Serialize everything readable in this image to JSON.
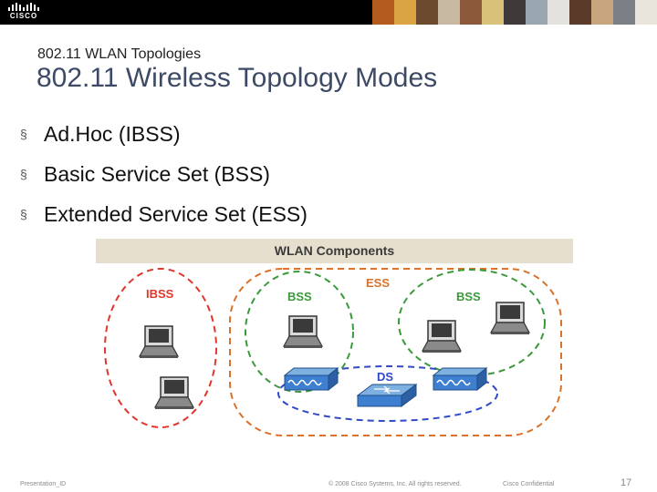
{
  "brand": {
    "logo_text": "CISCO"
  },
  "slide": {
    "subtitle": "802.11 WLAN Topologies",
    "title": "802.11 Wireless Topology Modes",
    "bullet_marker": "§",
    "bullets": [
      "Ad.Hoc (IBSS)",
      "Basic Service Set (BSS)",
      "Extended Service Set (ESS)"
    ]
  },
  "diagram": {
    "heading": "WLAN Components",
    "labels": {
      "ibss": "IBSS",
      "ess": "ESS",
      "bss_left": "BSS",
      "bss_right": "BSS",
      "ds": "DS"
    },
    "colors": {
      "ibss": "#e0362c",
      "ess": "#d8722c",
      "bss": "#3a9a3a",
      "ds": "#2f49c9"
    }
  },
  "footer": {
    "presentation_id": "Presentation_ID",
    "copyright": "© 2008 Cisco Systems, Inc. All rights reserved.",
    "confidential": "Cisco Confidential",
    "page": "17"
  }
}
